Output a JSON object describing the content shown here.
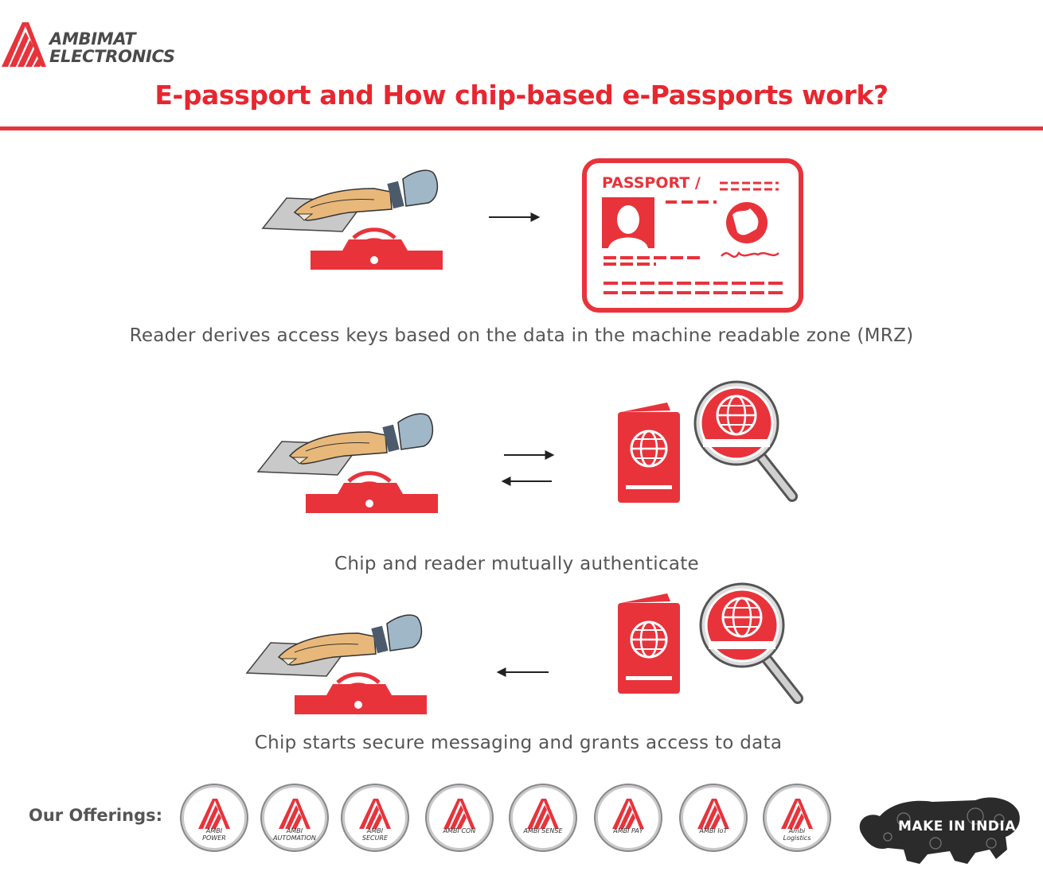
{
  "header": {
    "logo_line1": "AMBIMAT",
    "logo_line2": "ELECTRONICS",
    "title": "E-passport and How chip-based e-Passports work?"
  },
  "steps": [
    {
      "caption": "Reader derives access keys based on the data in the machine readable zone (MRZ)",
      "arrows": "right"
    },
    {
      "caption": "Chip and reader mutually authenticate",
      "arrows": "both"
    },
    {
      "caption": "Chip starts secure messaging and grants access to data",
      "arrows": "left"
    }
  ],
  "passport_card": {
    "label": "PASSPORT /"
  },
  "offerings": {
    "label": "Our Offerings:",
    "items": [
      {
        "line1": "AMBI",
        "line2": "POWER"
      },
      {
        "line1": "AMBI",
        "line2": "AUTOMATION"
      },
      {
        "line1": "AMBI",
        "line2": "SECURE"
      },
      {
        "line1": "AMBI CON",
        "line2": ""
      },
      {
        "line1": "AMBI SENSE",
        "line2": ""
      },
      {
        "line1": "AMBI PAY",
        "line2": ""
      },
      {
        "line1": "AMBI IoT",
        "line2": ""
      },
      {
        "line1": "Ambi",
        "line2": "Logistics"
      }
    ]
  },
  "make_in_india": "MAKE IN INDIA",
  "colors": {
    "accent": "#e8333b",
    "title": "#e8262f",
    "text": "#555555"
  }
}
